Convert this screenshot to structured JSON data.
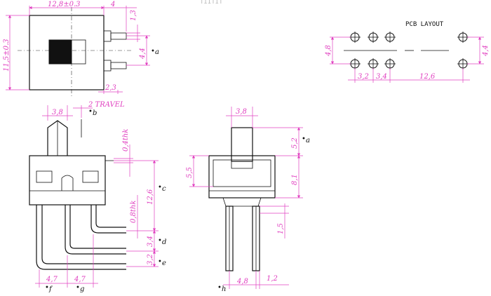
{
  "title_fragment": "TIITIT",
  "top_view": {
    "dims": {
      "width": "12,8±0.3",
      "height": "11,5±0.3",
      "terminal_len": "4",
      "pin_w": "1,3",
      "pin_pitch": "4,4",
      "pitch_note": "a",
      "base": "2,3"
    }
  },
  "pcb_layout": {
    "title": "PCB LAYOUT",
    "dims": {
      "row_gap": "4,8",
      "pitch_a": "3,2",
      "pitch_b": "3,4",
      "span": "12,6",
      "right_gap": "4,4"
    }
  },
  "front_view": {
    "dims": {
      "actuator_w": "3,8",
      "travel": "2 TRAVEL",
      "travel_note": "b",
      "plate_thk": "0,4thk",
      "height": "12,6",
      "height_note": "c",
      "pin_thk": "0,8thk",
      "pitch_d": "3,4",
      "note_d": "d",
      "pitch_e": "3,2",
      "note_e": "e",
      "bottom_1": "4,7",
      "note_f": "f",
      "bottom_2": "4,7",
      "note_g": "g"
    }
  },
  "side_view": {
    "dims": {
      "actuator_w": "3,8",
      "actuator_h": "5,2",
      "note_a": "a",
      "body_h": "5,5",
      "body_to_pin": "8,1",
      "pin_len": "1,5",
      "pin_pitch": "4,8",
      "note_h": "h",
      "pin_w": "1,2"
    }
  },
  "colors": {
    "dimension": "#e040c0",
    "outline": "#111111"
  }
}
